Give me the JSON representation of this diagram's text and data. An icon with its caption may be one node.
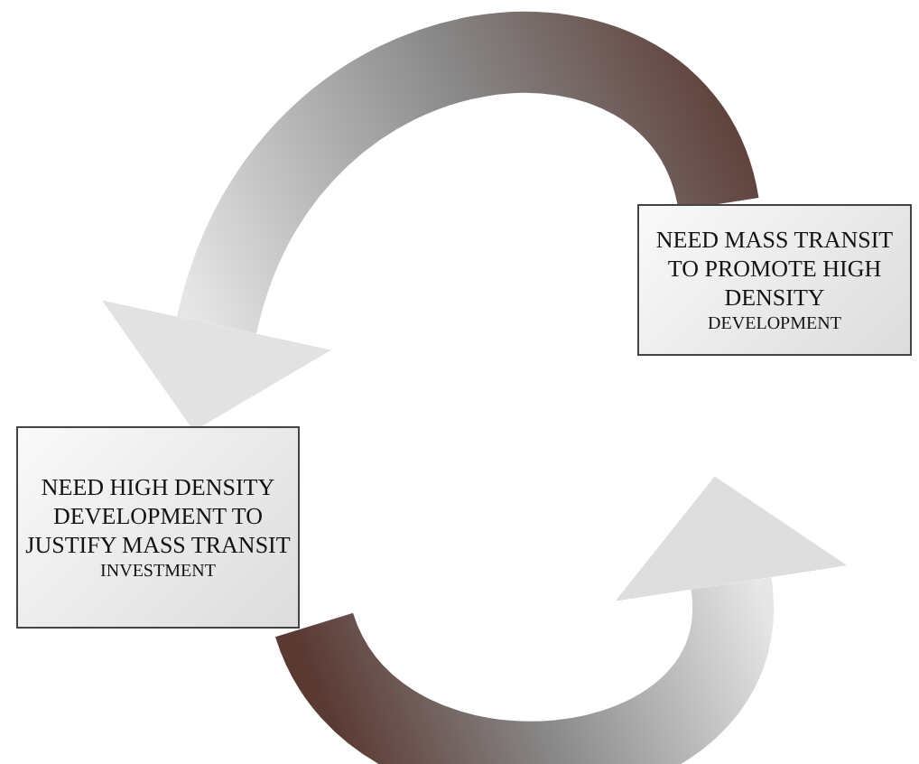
{
  "diagram": {
    "nodes": [
      {
        "text": [
          "NEED MASS TRANSIT TO PROMOTE HIGH DENSITY",
          "DEVELOPMENT"
        ]
      },
      {
        "text": [
          "NEED HIGH DENSITY DEVELOPMENT TO JUSTIFY MASS TRANSIT",
          "INVESTMENT"
        ]
      }
    ],
    "edges": [
      {
        "from": 0,
        "to": 1,
        "arrow": "to"
      },
      {
        "from": 1,
        "to": 0,
        "arrow": "to"
      }
    ]
  }
}
